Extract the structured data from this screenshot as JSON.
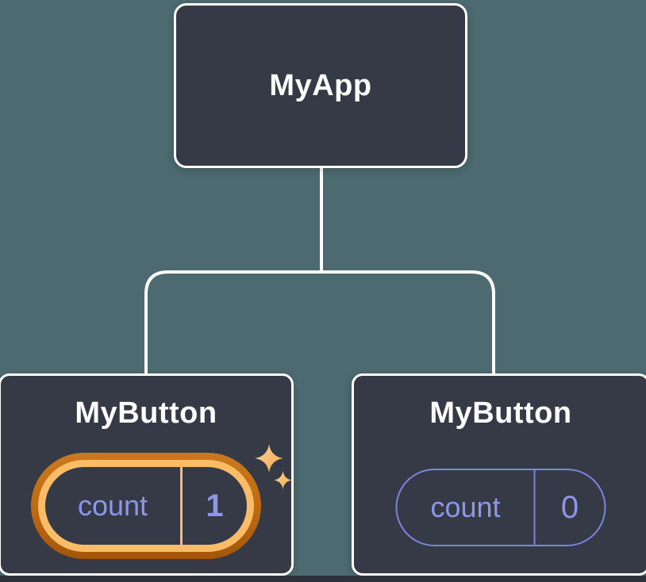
{
  "diagram": {
    "title": "component-tree-state-illustration",
    "tree": {
      "root": {
        "label": "MyApp"
      },
      "children": [
        {
          "label": "MyButton",
          "state_name": "count",
          "state_value": "1",
          "highlighted": true
        },
        {
          "label": "MyButton",
          "state_name": "count",
          "state_value": "0",
          "highlighted": false
        }
      ]
    },
    "colors": {
      "background": "#4d6a71",
      "node_background": "#353a46",
      "node_border": "#ffffff",
      "connector": "#ffffff",
      "label_text": "#ffffff",
      "state_text": "#8d96e8",
      "plain_pill_border": "#7b85e0",
      "highlight_ring_outer": "#bc6a12",
      "highlight_ring_inner": "#fabc66",
      "sparkle": "#f8b75d",
      "page_edge": "#2c313c"
    }
  }
}
